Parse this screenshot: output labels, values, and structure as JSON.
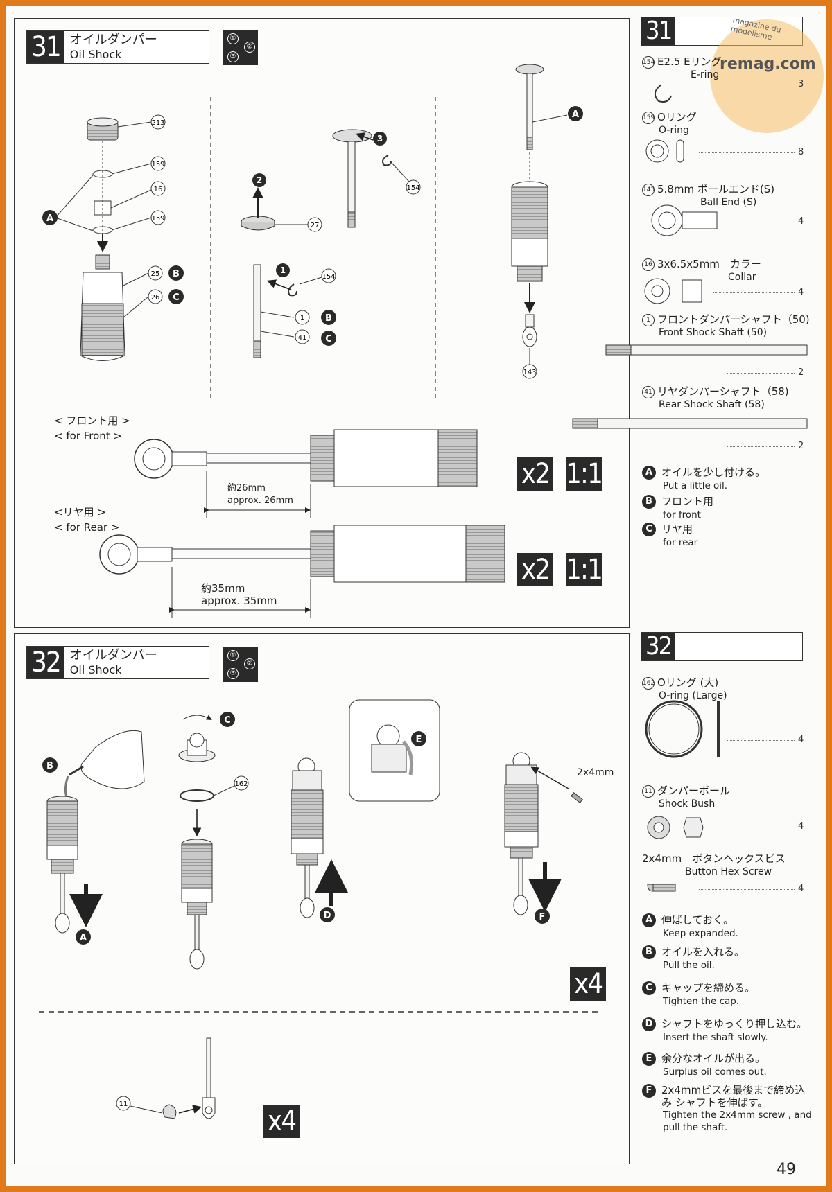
{
  "page_number": "49",
  "watermark": {
    "site": "remag.com",
    "arc_text": "magazine du modelisme"
  },
  "step31": {
    "number": "31",
    "title_jp": "オイルダンパー",
    "title_en": "Oil Shock",
    "seq": [
      "①",
      "②",
      "③"
    ],
    "callouts": {
      "p213": "213",
      "p159a": "159",
      "p16": "16",
      "p159b": "159",
      "p25": "25",
      "p26": "26",
      "p27": "27",
      "p154a": "154",
      "p154b": "154",
      "p1": "1",
      "p41": "41",
      "p143": "143"
    },
    "letters": {
      "A": "A",
      "B": "B",
      "C": "C"
    },
    "arrows": {
      "n1": "1",
      "n2": "2",
      "n3": "3"
    },
    "front_label_jp": "< フロント用 >",
    "front_label_en": "< for Front >",
    "rear_label_jp": "<リヤ用 >",
    "rear_label_en": "< for Rear >",
    "front_dim_jp": "約26mm",
    "front_dim_en": "approx. 26mm",
    "rear_dim_jp": "約35mm",
    "rear_dim_en": "approx. 35mm",
    "mult_front": "x2",
    "mult_rear": "x2",
    "scale_front": "1:1",
    "scale_rear": "1:1"
  },
  "side31": {
    "number": "31",
    "parts": [
      {
        "num": "154",
        "jp": "E2.5 Eリング",
        "en": "E-ring",
        "qty": "3"
      },
      {
        "num": "159",
        "jp": "Oリング",
        "en": "O-ring",
        "qty": "8"
      },
      {
        "num": "143",
        "jp": "5.8mm ボールエンド(S)",
        "en": "Ball End (S)",
        "qty": "4"
      },
      {
        "num": "16",
        "jp": "3x6.5x5mm　カラー",
        "en": "Collar",
        "qty": "4"
      },
      {
        "num": "1",
        "jp": "フロントダンパーシャフト（50)",
        "en": "Front Shock Shaft (50)",
        "qty": "2"
      },
      {
        "num": "41",
        "jp": "リヤダンパーシャフト（58)",
        "en": "Rear Shock Shaft (58)",
        "qty": "2"
      }
    ],
    "notes": [
      {
        "letter": "A",
        "jp": "オイルを少し付ける。",
        "en": "Put a little oil."
      },
      {
        "letter": "B",
        "jp": "フロント用",
        "en": "for front"
      },
      {
        "letter": "C",
        "jp": "リヤ用",
        "en": "for rear"
      }
    ]
  },
  "step32": {
    "number": "32",
    "title_jp": "オイルダンパー",
    "title_en": "Oil Shock",
    "seq": [
      "①",
      "②",
      "③"
    ],
    "callouts": {
      "p162": "162",
      "p11": "11"
    },
    "screw_label": "2x4mm",
    "letters": {
      "A": "A",
      "B": "B",
      "C": "C",
      "D": "D",
      "E": "E",
      "F": "F"
    },
    "mult_top": "x4",
    "mult_bottom": "x4"
  },
  "side32": {
    "number": "32",
    "parts": [
      {
        "num": "162",
        "jp": "Oリング (大)",
        "en": "O-ring (Large)",
        "qty": "4"
      },
      {
        "num": "11",
        "jp": "ダンパーボール",
        "en": "Shock Bush",
        "qty": "4"
      },
      {
        "num": "",
        "jp": "2x4mm　ボタンヘックスビス",
        "en": "Button Hex Screw",
        "qty": "4"
      }
    ],
    "notes": [
      {
        "letter": "A",
        "jp": "伸ばしておく。",
        "en": "Keep expanded."
      },
      {
        "letter": "B",
        "jp": "オイルを入れる。",
        "en": "Pull the oil."
      },
      {
        "letter": "C",
        "jp": "キャップを締める。",
        "en": "Tighten the cap."
      },
      {
        "letter": "D",
        "jp": "シャフトをゆっくり押し込む。",
        "en": "Insert the shaft slowly."
      },
      {
        "letter": "E",
        "jp": "余分なオイルが出る。",
        "en": "Surplus oil comes out."
      },
      {
        "letter": "F",
        "jp": "2x4mmビスを最後まで締め込み シャフトを伸ばす。",
        "en": "Tighten the 2x4mm screw , and pull the shaft."
      }
    ]
  }
}
